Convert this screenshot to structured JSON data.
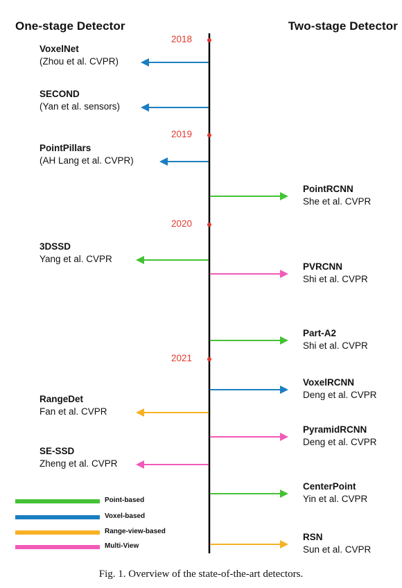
{
  "headers": {
    "left": "One-stage Detector",
    "right": "Two-stage Detector"
  },
  "colors": {
    "point_based": "#44c235",
    "voxel_based": "#1a7ec2",
    "range_view_based": "#f7b124",
    "multi_view": "#f25ab8",
    "year": "#e03a2e",
    "axis": "#000000"
  },
  "years": [
    "2018",
    "2019",
    "2020",
    "2021"
  ],
  "one_stage": [
    {
      "name": "VoxelNet",
      "ref": "(Zhou et al. CVPR)",
      "category": "voxel_based"
    },
    {
      "name": "SECOND",
      "ref": "(Yan et al. sensors)",
      "category": "voxel_based"
    },
    {
      "name": "PointPillars",
      "ref": "(AH Lang et al. CVPR)",
      "category": "voxel_based"
    },
    {
      "name": "3DSSD",
      "ref": "Yang et al. CVPR",
      "category": "point_based"
    },
    {
      "name": "RangeDet",
      "ref": "Fan et al. CVPR",
      "category": "range_view_based"
    },
    {
      "name": "SE-SSD",
      "ref": "Zheng et al. CVPR",
      "category": "multi_view"
    }
  ],
  "two_stage": [
    {
      "name": "PointRCNN",
      "ref": "She et al. CVPR",
      "category": "point_based"
    },
    {
      "name": "PVRCNN",
      "ref": "Shi et al. CVPR",
      "category": "multi_view"
    },
    {
      "name": "Part-A2",
      "ref": "Shi et al. CVPR",
      "category": "point_based"
    },
    {
      "name": "VoxelRCNN",
      "ref": "Deng et al. CVPR",
      "category": "voxel_based"
    },
    {
      "name": "PyramidRCNN",
      "ref": "Deng et al. CVPR",
      "category": "multi_view"
    },
    {
      "name": "CenterPoint",
      "ref": "Yin et al. CVPR",
      "category": "point_based"
    },
    {
      "name": "RSN",
      "ref": "Sun et al. CVPR",
      "category": "range_view_based"
    }
  ],
  "legend": [
    {
      "label": "Point-based",
      "category": "point_based"
    },
    {
      "label": "Voxel-based",
      "category": "voxel_based"
    },
    {
      "label": "Range-view-based",
      "category": "range_view_based"
    },
    {
      "label": "Multi-View",
      "category": "multi_view"
    }
  ],
  "caption": "Fig. 1.   Overview of the state-of-the-art detectors."
}
